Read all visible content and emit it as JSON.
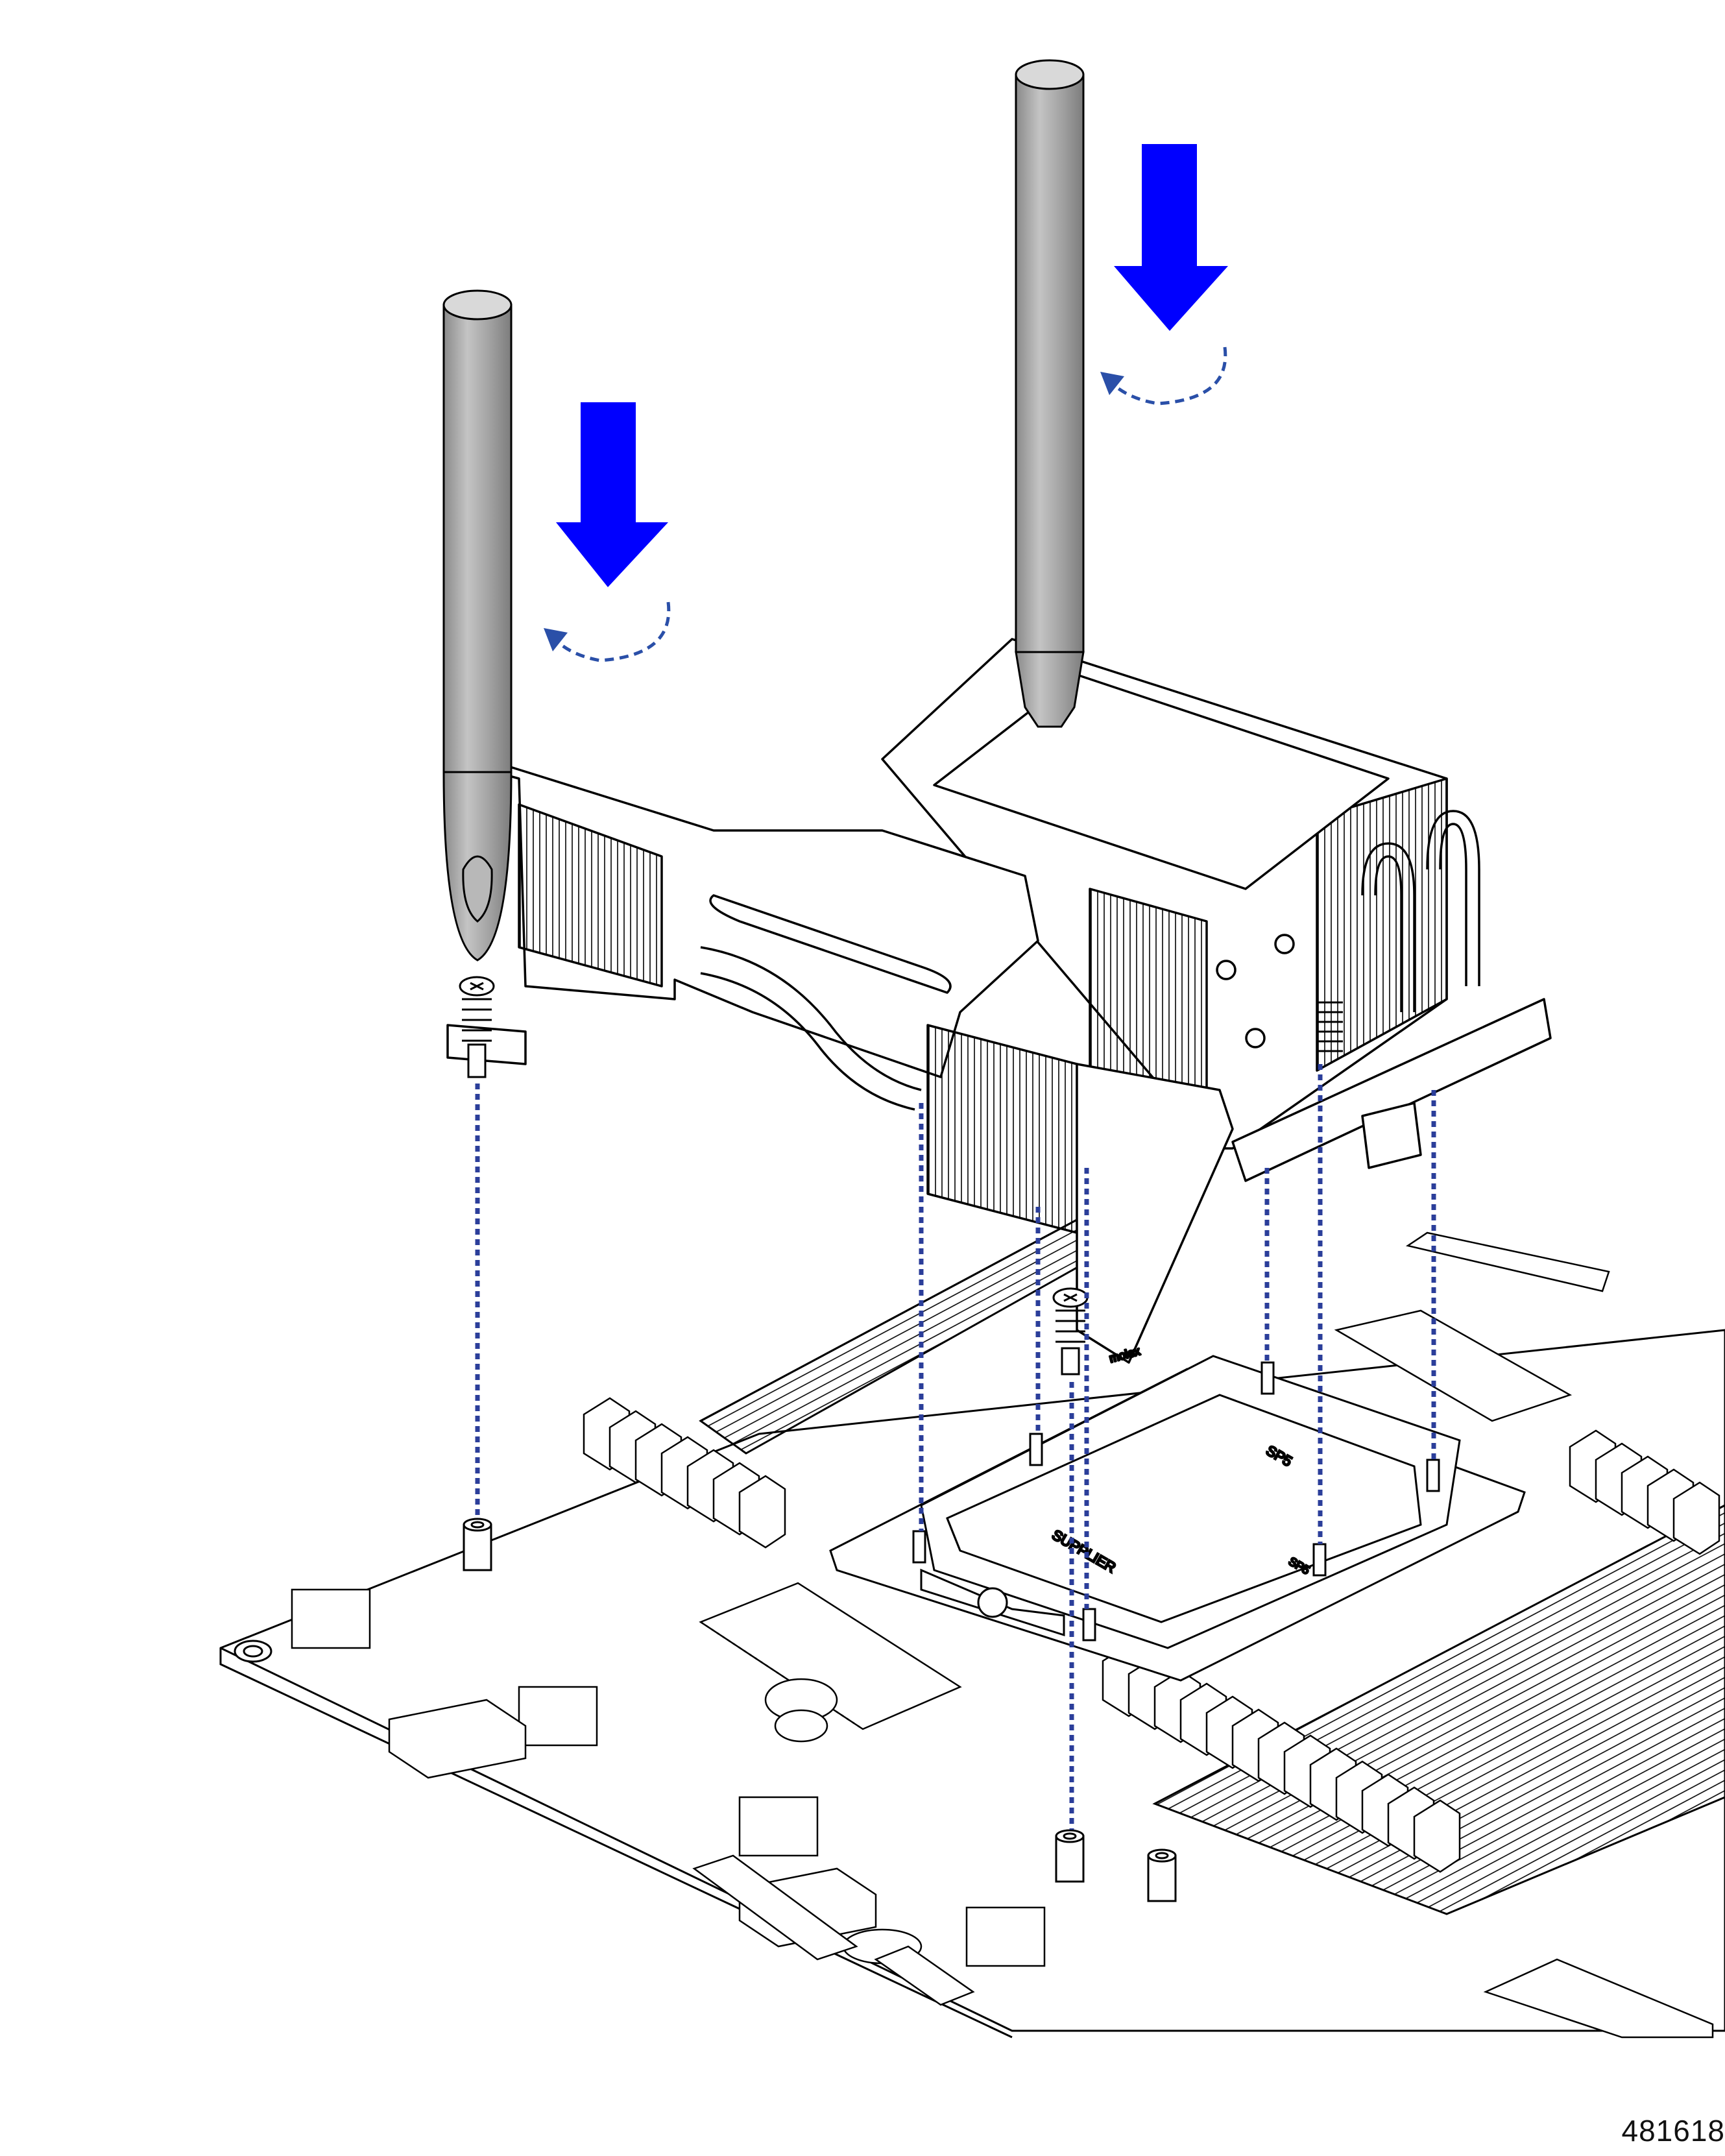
{
  "figure_id": "481618",
  "board_labels": {
    "socket": "SP5",
    "supplier": "SUPPLIER",
    "connector_brand": "molex",
    "bracket_mark": "SP5"
  },
  "colors": {
    "press_arrow": "#0000FF",
    "rotation_arrow": "#2A4FA8",
    "alignment_line": "#2B3E9A",
    "tool_body": "#A8A8A8",
    "outline": "#000000"
  },
  "icons": {
    "press_arrow": "down-arrow-icon",
    "rotation_arrow": "counterclockwise-arrow-icon",
    "screw_head": "phillips-screw-icon"
  }
}
